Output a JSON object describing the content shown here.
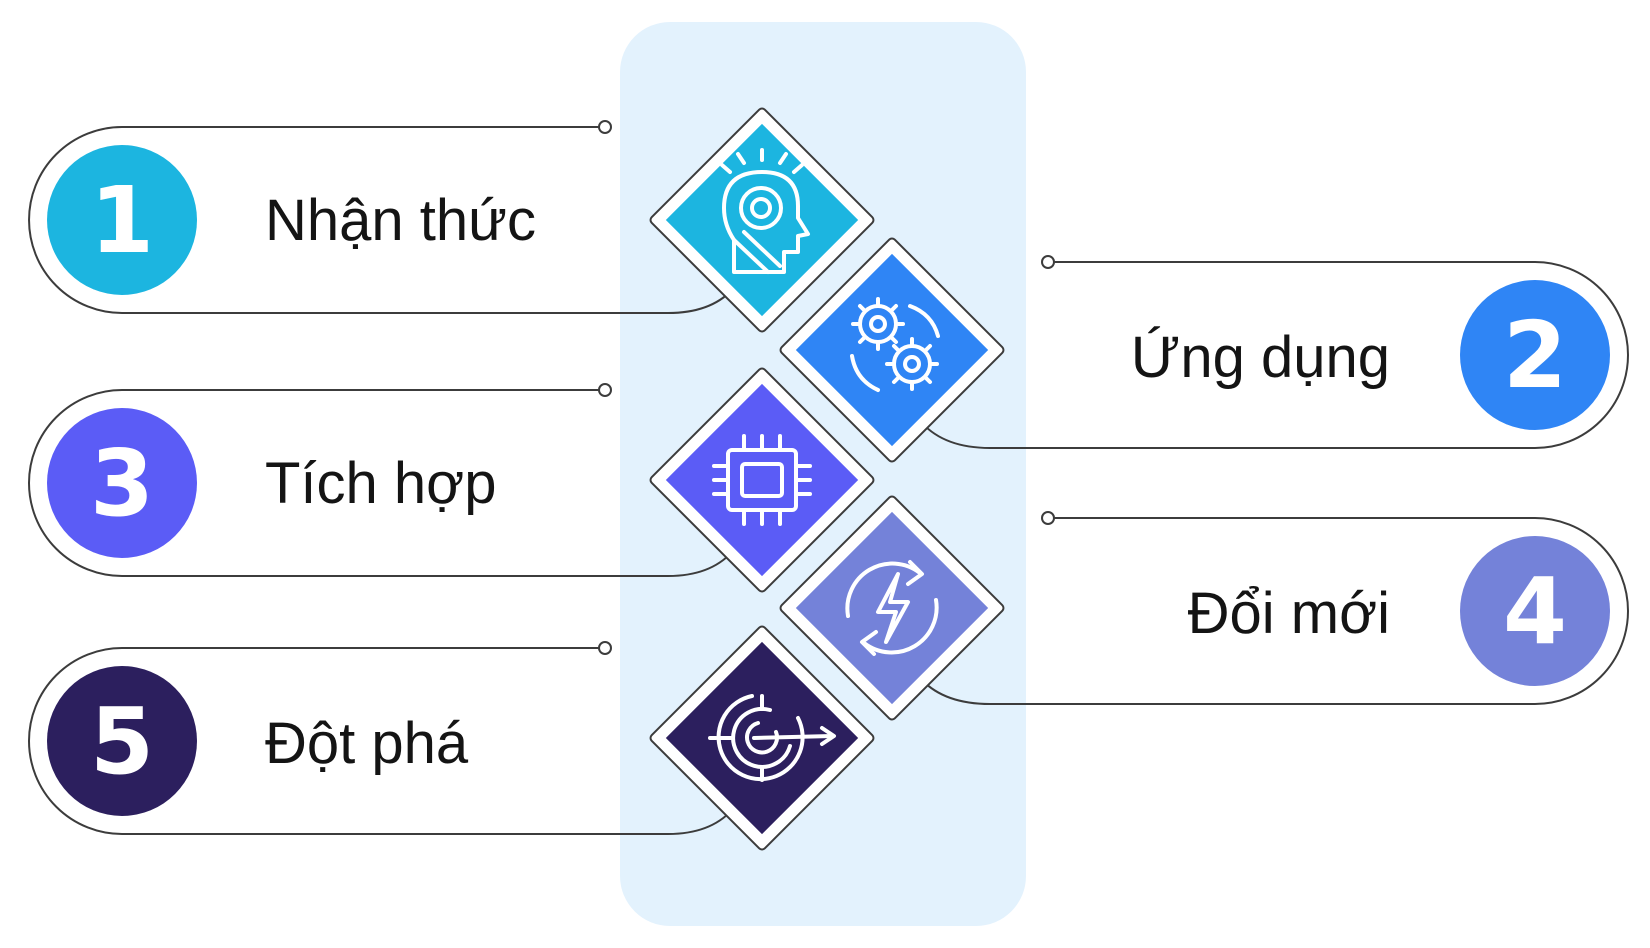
{
  "colors": {
    "panel": "#e3f2fd",
    "outline": "#3c3c3c",
    "step1": "#1cb5e0",
    "step2": "#2f85f5",
    "step3": "#5b5cf6",
    "step4": "#7482d9",
    "step5": "#2c1f5e"
  },
  "steps": [
    {
      "number": "1",
      "label": "Nhận thức",
      "icon": "head-target-icon"
    },
    {
      "number": "2",
      "label": "Ứng dụng",
      "icon": "gears-icon"
    },
    {
      "number": "3",
      "label": "Tích hợp",
      "icon": "chip-icon"
    },
    {
      "number": "4",
      "label": "Đổi mới",
      "icon": "refresh-bolt-icon"
    },
    {
      "number": "5",
      "label": "Đột phá",
      "icon": "maze-arrow-icon"
    }
  ]
}
